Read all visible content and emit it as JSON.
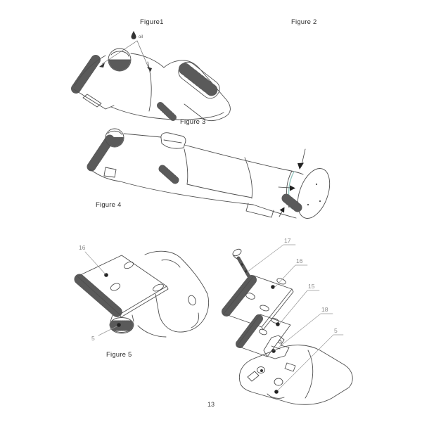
{
  "page": {
    "number": "13"
  },
  "figure_labels": {
    "fig1": "Figure1",
    "fig2": "Figure 2",
    "fig3": "Figure 3",
    "fig4": "Figure 4",
    "fig5": "Figure 5"
  },
  "annotations": {
    "oil_label": "oil"
  },
  "part_labels": {
    "head_blade": "16",
    "head_screw_knob": "5",
    "screw": "17",
    "top_blade": "16",
    "cutter_blade": "15",
    "blade_guide": "18",
    "head_base": "5"
  },
  "colors": {
    "line": "#4f4f4f",
    "leader": "#979797",
    "part_label_text": "#8a8a8a",
    "figure_label_text": "#2f2f2f",
    "accent_teal": "#8fc4bd",
    "paper": "#ffffff"
  }
}
